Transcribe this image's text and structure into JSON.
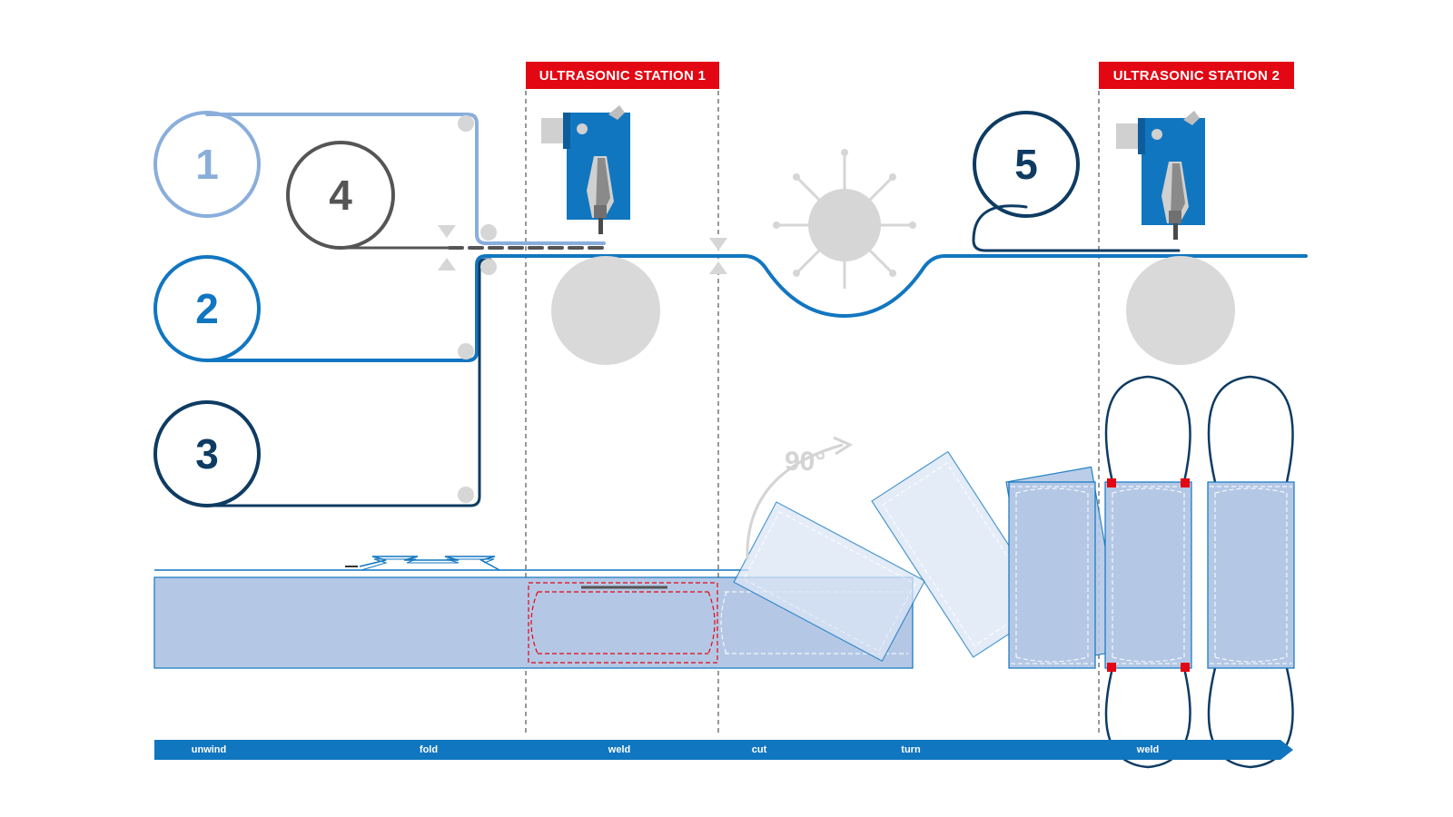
{
  "stations": [
    {
      "label": "ULTRASONIC STATION 1"
    },
    {
      "label": "ULTRASONIC STATION 2"
    }
  ],
  "rolls": [
    {
      "number": "1",
      "color": "#8aaedc"
    },
    {
      "number": "2",
      "color": "#1176c0"
    },
    {
      "number": "3",
      "color": "#0e3b62"
    },
    {
      "number": "4",
      "color": "#555555"
    },
    {
      "number": "5",
      "color": "#0e3b62"
    }
  ],
  "rotation": {
    "label": "90°"
  },
  "process_steps": [
    "unwind",
    "fold",
    "weld",
    "cut",
    "turn",
    "weld"
  ],
  "colors": {
    "accent_red": "#e30613",
    "process_blue": "#1176c0",
    "mask_fill": "#b4c8e6",
    "machine_gray": "#d9d9d9"
  }
}
